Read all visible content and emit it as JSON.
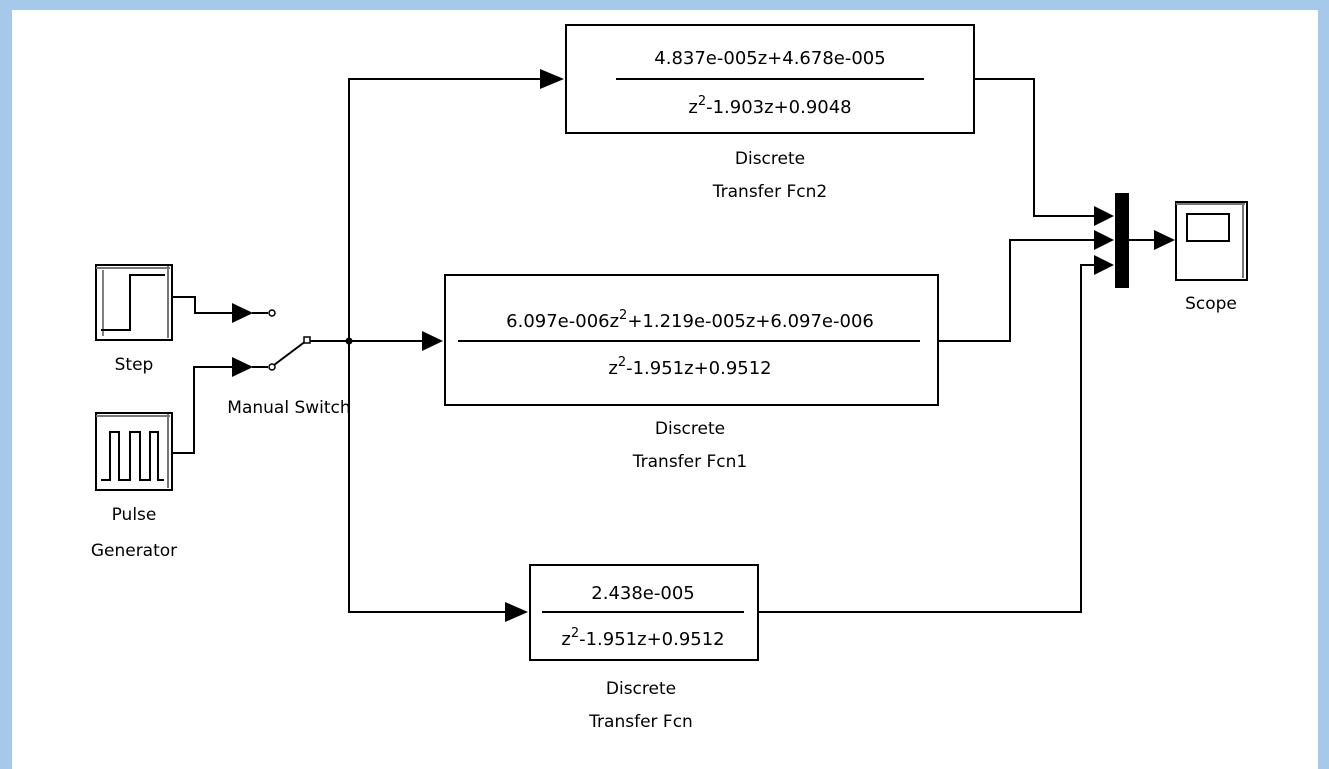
{
  "blocks": {
    "step": {
      "label": "Step"
    },
    "pulse": {
      "label_line1": "Pulse",
      "label_line2": "Generator"
    },
    "switch": {
      "label": "Manual Switch"
    },
    "tf2": {
      "numerator": "4.837e-005z+4.678e-005",
      "den_prefix": "z",
      "den_power": "2",
      "den_suffix": "-1.903z+0.9048",
      "label_line1": "Discrete",
      "label_line2": "Transfer Fcn2"
    },
    "tf1": {
      "num_prefix": "6.097e-006z",
      "num_power": "2",
      "num_suffix": "+1.219e-005z+6.097e-006",
      "den_prefix": "z",
      "den_power": "2",
      "den_suffix": "-1.951z+0.9512",
      "label_line1": "Discrete",
      "label_line2": "Transfer Fcn1"
    },
    "tf": {
      "numerator": "2.438e-005",
      "den_prefix": "z",
      "den_power": "2",
      "den_suffix": "-1.951z+0.9512",
      "label_line1": "Discrete",
      "label_line2": "Transfer Fcn"
    },
    "scope": {
      "label": "Scope"
    }
  }
}
